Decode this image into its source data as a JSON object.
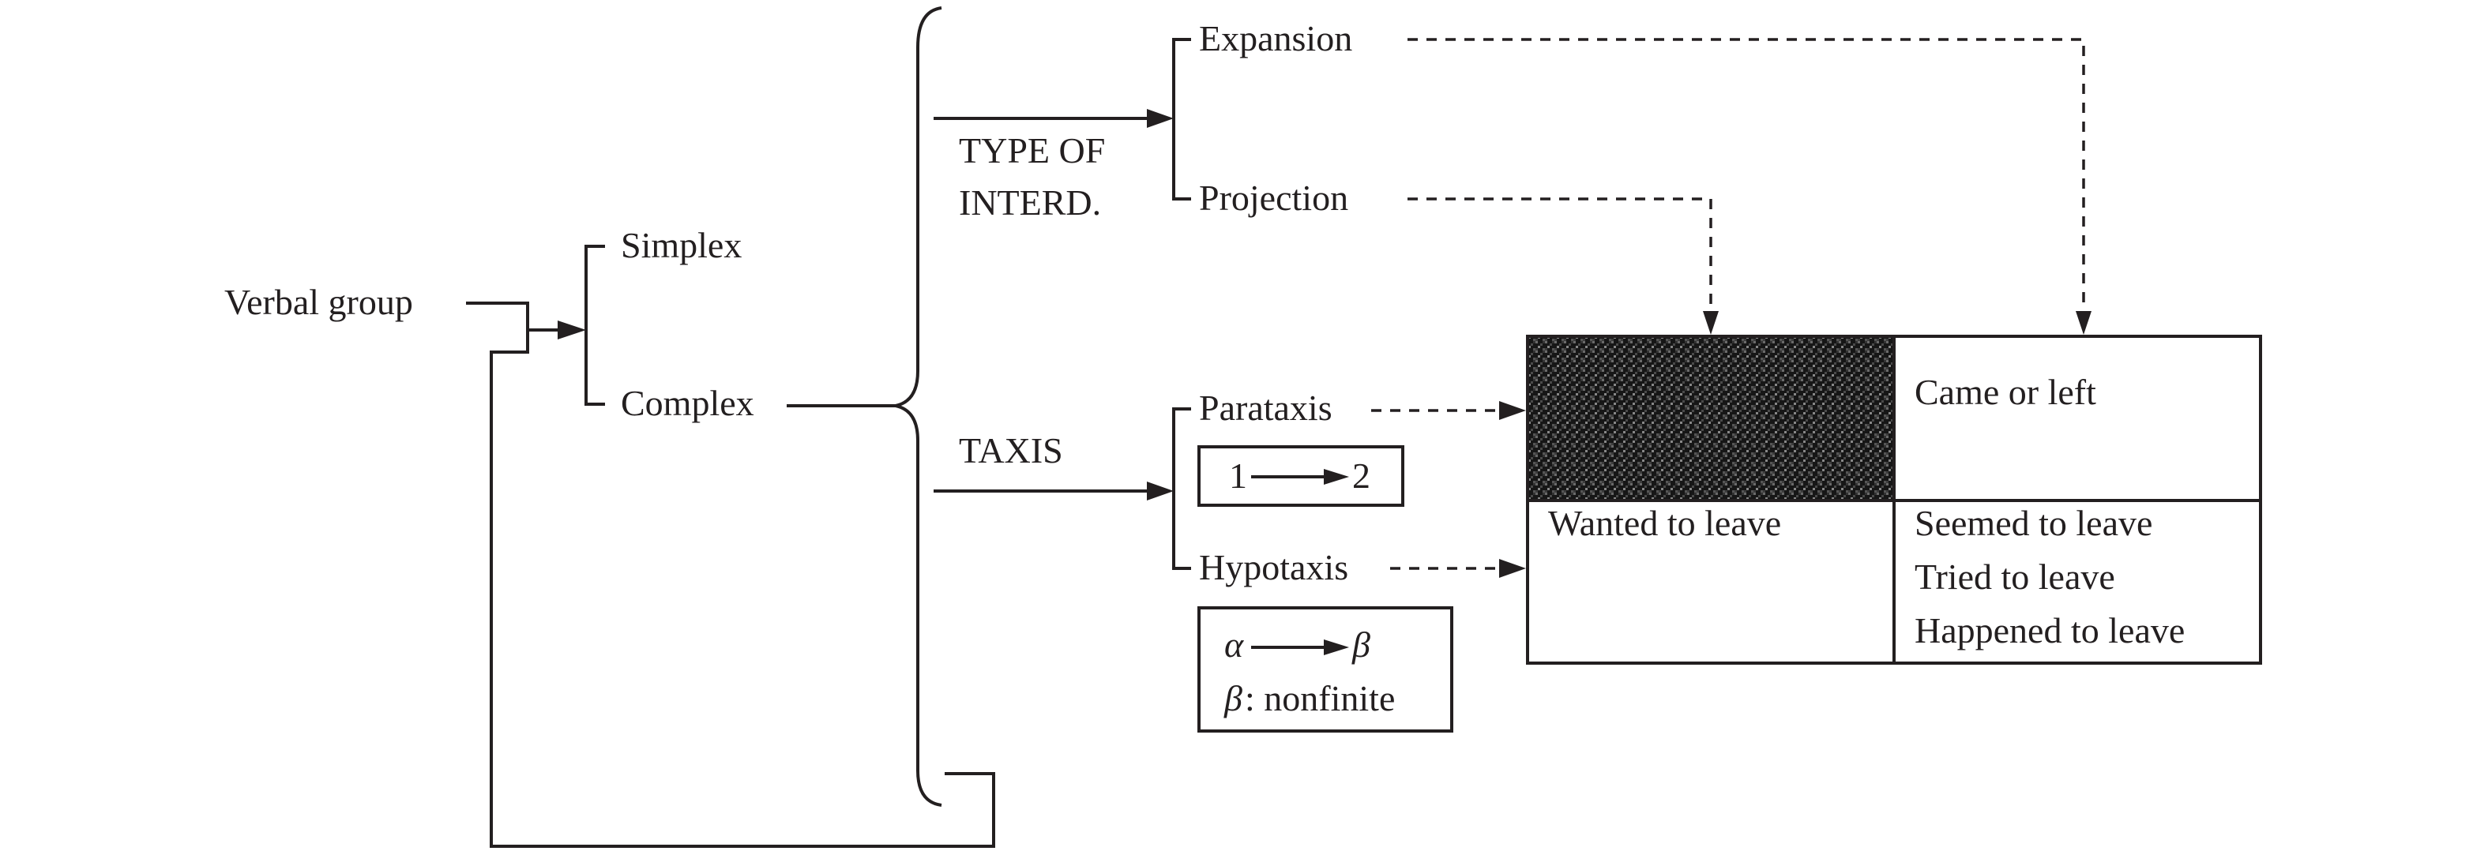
{
  "diagram": {
    "root": "Verbal group",
    "entry": {
      "simplex": "Simplex",
      "complex": "Complex"
    },
    "systems": {
      "type_of_interdependency": {
        "label_line1": "TYPE OF",
        "label_line2": "INTERD.",
        "options": [
          "Expansion",
          "Projection"
        ]
      },
      "taxis": {
        "label": "TAXIS",
        "options": [
          "Parataxis",
          "Hypotaxis"
        ]
      }
    },
    "parataxis_box": {
      "from": "1",
      "to": "2"
    },
    "hypotaxis_box": {
      "from": "α",
      "to": "β",
      "note_symbol": "β",
      "note_text": ": nonfinite"
    },
    "matrix": {
      "top_left": "",
      "top_right": "Came or left",
      "bottom_left": "Wanted to leave",
      "bottom_right": [
        "Seemed to leave",
        "Tried to leave",
        "Happened to leave"
      ]
    },
    "colors": {
      "ink": "#231f20",
      "shaded_cell": "#1c1c1c"
    }
  }
}
